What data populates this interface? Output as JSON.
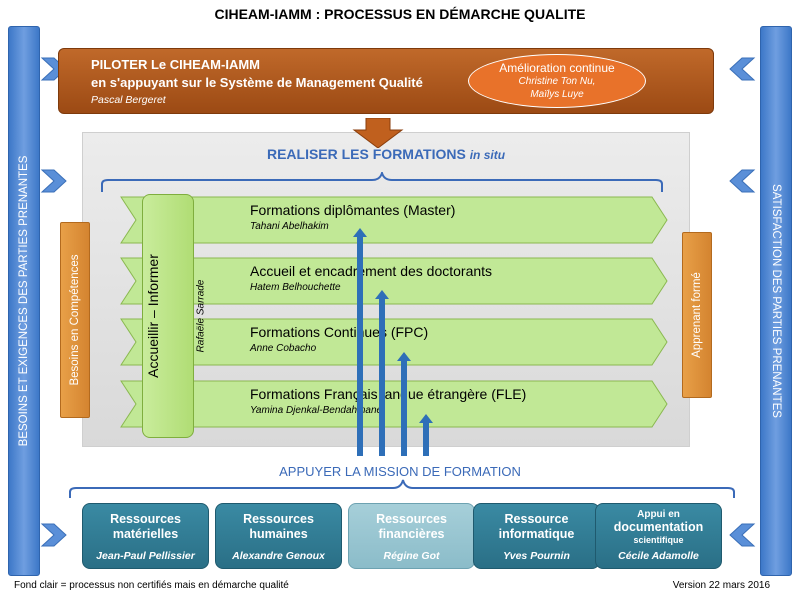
{
  "title": "CIHEAM-IAMM : PROCESSUS EN DÉMARCHE QUALITE",
  "left_column": "BESOINS ET EXIGENCES DES PARTIES PRENANTES",
  "right_column": "SATISFACTION DES PARTIES PRENANTES",
  "pilot": {
    "line1": "PILOTER Le CIHEAM-IAMM",
    "line2": "en s'appuyant sur le Système de Management Qualité",
    "name": "Pascal Bergeret"
  },
  "amelioration": {
    "title": "Amélioration continue",
    "name1": "Christine Ton Nu,",
    "name2": "Maïlys Luye"
  },
  "realiser": {
    "label": "REALISER LES FORMATIONS",
    "suffix": "in situ"
  },
  "accueillir": {
    "label": "Accueillir – Informer",
    "name": "Rafaële Sarrade"
  },
  "formations": [
    {
      "label": "Formations diplômantes (Master)",
      "name": "Tahani Abelhakim"
    },
    {
      "label": "Accueil et encadrement des doctorants",
      "name": "Hatem Belhouchette"
    },
    {
      "label": "Formations Continues (FPC)",
      "name": "Anne Cobacho"
    },
    {
      "label": "Formations Français langue étrangère (FLE)",
      "name": "Yamina Djenkal-Bendahmane"
    }
  ],
  "besoins": "Besoins en Compétences",
  "apprenant": "Apprenant formé",
  "appuyer": "APPUYER LA MISSION DE FORMATION",
  "ressources": [
    {
      "l1": "Ressources",
      "l2": "matérielles",
      "name": "Jean-Paul Pellissier"
    },
    {
      "l1": "Ressources",
      "l2": "humaines",
      "name": "Alexandre Genoux"
    },
    {
      "l1": "Ressources",
      "l2": "financières",
      "name": "Régine Got"
    },
    {
      "l1": "Ressource",
      "l2": "informatique",
      "name": "Yves Pournin"
    },
    {
      "l1": "Appui en",
      "l2": "documentation",
      "l3": "scientifique",
      "name": "Cécile Adamolle"
    }
  ],
  "footer_left": "Fond clair = processus non certifiés mais en démarche qualité",
  "footer_right": "Version 22 mars 2016",
  "colors": {
    "blue_column": "#4a82d0",
    "brown_banner": "#a4521a",
    "orange": "#e8722a",
    "green": "#b9e389",
    "teal": "#2f7a92",
    "teal_light": "#9ac6d2",
    "title_blue": "#3b6ab8"
  }
}
